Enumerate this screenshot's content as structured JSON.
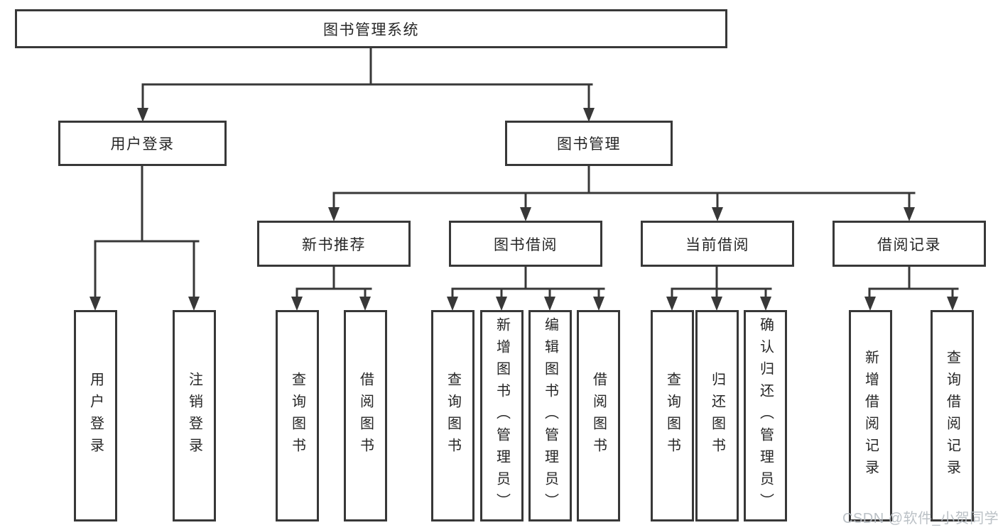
{
  "title": {
    "label": "图书管理系统"
  },
  "branches": {
    "user_login": {
      "label": "用户登录",
      "children": [
        {
          "label": "用户登录"
        },
        {
          "label": "注销登录"
        }
      ]
    },
    "book_mgmt": {
      "label": "图书管理",
      "children": [
        {
          "label": "新书推荐",
          "children": [
            {
              "label": "查询图书"
            },
            {
              "label": "借阅图书"
            }
          ]
        },
        {
          "label": "图书借阅",
          "children": [
            {
              "label": "查询图书"
            },
            {
              "label": "新增图书（管理员）"
            },
            {
              "label": "编辑图书（管理员）"
            },
            {
              "label": "借阅图书"
            }
          ]
        },
        {
          "label": "当前借阅",
          "children": [
            {
              "label": "查询图书"
            },
            {
              "label": "归还图书"
            },
            {
              "label": "确认归还（管理员）"
            }
          ]
        },
        {
          "label": "借阅记录",
          "children": [
            {
              "label": "新增借阅记录"
            },
            {
              "label": "查询借阅记录"
            }
          ]
        }
      ]
    }
  },
  "watermark": {
    "text": "CSDN @软件_小贺同学"
  },
  "colors": {
    "line": "#383838",
    "text": "#262626",
    "watermark": "#b6bcc2",
    "background": "#ffffff"
  }
}
